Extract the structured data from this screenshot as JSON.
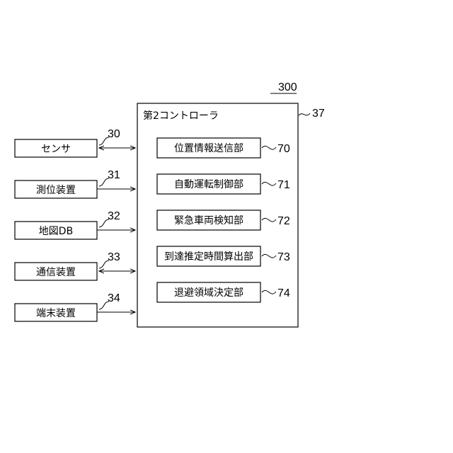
{
  "figure_label": "300",
  "controller": {
    "title": "第2コントローラ",
    "ref": "37"
  },
  "inputs": [
    {
      "label": "センサ",
      "ref": "30"
    },
    {
      "label": "測位装置",
      "ref": "31"
    },
    {
      "label": "地図DB",
      "ref": "32"
    },
    {
      "label": "通信装置",
      "ref": "33"
    },
    {
      "label": "端末装置",
      "ref": "34"
    }
  ],
  "modules": [
    {
      "label": "位置情報送信部",
      "ref": "70"
    },
    {
      "label": "自動運転制御部",
      "ref": "71"
    },
    {
      "label": "緊急車両検知部",
      "ref": "72"
    },
    {
      "label": "到達推定時間算出部",
      "ref": "73"
    },
    {
      "label": "退避領域決定部",
      "ref": "74"
    }
  ]
}
